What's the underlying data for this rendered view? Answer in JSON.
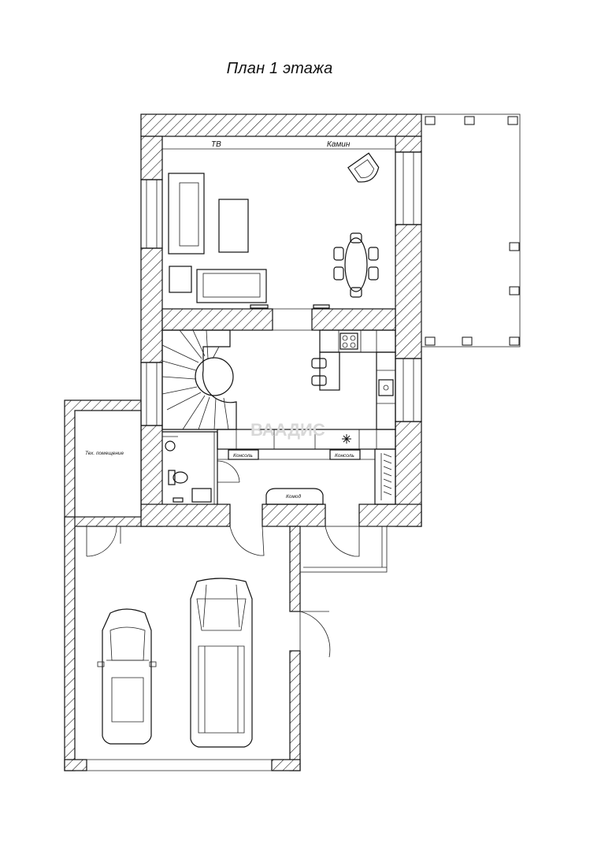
{
  "title": "План 1 этажа",
  "labels": {
    "tv": "ТВ",
    "fireplace": "Камин",
    "tech_room": "Тех. помещение",
    "console_left": "Консоль",
    "console_right": "Консоль",
    "dresser": "Комод"
  },
  "watermark": "ВААДИС",
  "colors": {
    "line": "#111111",
    "background": "#ffffff"
  }
}
